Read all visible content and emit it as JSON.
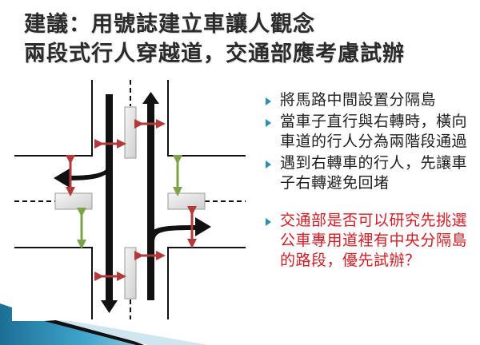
{
  "title": {
    "line1": "建議：用號誌建立車讓人觀念",
    "line2": "兩段式行人穿越道，交通部應考慮試辦"
  },
  "bullets": [
    {
      "text": "將馬路中間設置分隔島",
      "color": "#1e1e1e"
    },
    {
      "text": "當車子直行與右轉時，橫向車道的行人分為兩階段通過",
      "color": "#1e1e1e"
    },
    {
      "text": "遇到右轉車的行人，先讓車子右轉避免回堵",
      "color": "#1e1e1e"
    },
    {
      "text": "交通部是否可以研究先挑選公車專用道裡有中央分隔島的路段，優先試辦？",
      "color": "#d41c24"
    }
  ],
  "diagram": {
    "description": "two-stage pedestrian crossing intersection diagram",
    "colors": {
      "road_edge": "#111111",
      "vehicle_arrow": "#111111",
      "pedestrian_stop_arrow": "#b23a3a",
      "pedestrian_go_arrow": "#7aa34a",
      "island_fill": "#e6e6e6",
      "island_border": "#9a9a9a"
    }
  },
  "theme": {
    "bullet_marker": "#2e8fb0",
    "swoosh_blue": "#2a88b0",
    "swoosh_light": "#cfe6f0"
  }
}
